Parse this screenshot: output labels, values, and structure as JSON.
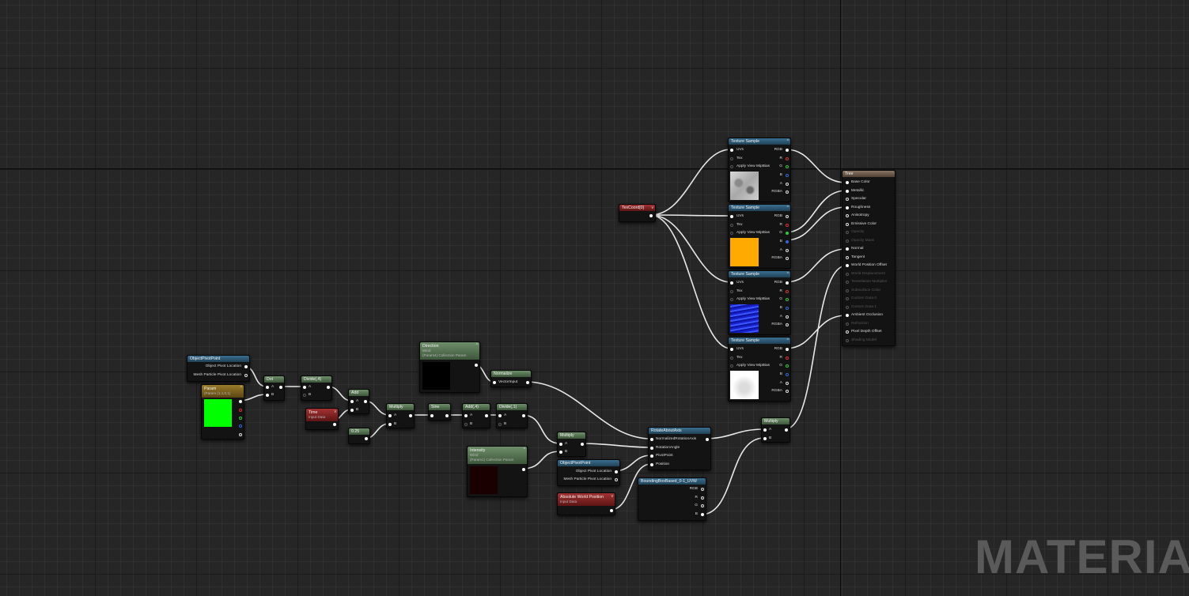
{
  "editor": {
    "watermark": "MATERIAL"
  },
  "nodes": {
    "obj_pivot_1": {
      "title": "ObjectPivotPoint",
      "out1": "Object Pivot Location",
      "out2": "Mesh Particle Pivot Location"
    },
    "param": {
      "title": "Param",
      "subtitle": "(Param (1,1,0,1)"
    },
    "dot": {
      "title": "Dot",
      "a": "A",
      "b": "B"
    },
    "divide1": {
      "title": "Divide(,4)",
      "a": "A",
      "b": "B"
    },
    "add1": {
      "title": "Add",
      "a": "A",
      "b": "B"
    },
    "time": {
      "title": "Time",
      "subtitle": "Input Data"
    },
    "const025": {
      "title": "0.25"
    },
    "multiply1": {
      "title": "Multiply",
      "a": "A",
      "b": "B"
    },
    "sine": {
      "title": "Sine"
    },
    "add2": {
      "title": "Add(,4)",
      "a": "A",
      "b": "B"
    },
    "divide2": {
      "title": "Divide(,1)",
      "a": "A",
      "b": "B"
    },
    "direction": {
      "title": "Direction",
      "subtitle1": "Wind",
      "subtitle2": "(Param4) Collection Param"
    },
    "normalize": {
      "title": "Normalize",
      "in1": "VectorInput"
    },
    "intensity": {
      "title": "Intensity",
      "subtitle1": "Wind",
      "subtitle2": "(Param1) Collection Param"
    },
    "multiply2": {
      "title": "Multiply",
      "a": "A",
      "b": "B"
    },
    "obj_pivot_2": {
      "title": "ObjectPivotPoint",
      "out1": "Object Pivot Location",
      "out2": "Mesh Particle Pivot Location"
    },
    "abs_world": {
      "title": "Absolute World Position",
      "subtitle": "Input Data"
    },
    "bbox": {
      "title": "BoundingBoxBased_0-1_UVW",
      "o1": "RGB",
      "o2": "R",
      "o3": "G",
      "o4": "B"
    },
    "rotate": {
      "title": "RotateAboutAxis",
      "i1": "NormalizedRotationAxis",
      "i2": "RotationAngle",
      "i3": "PivotPoint",
      "i4": "Position"
    },
    "multiply3": {
      "title": "Multiply",
      "a": "A",
      "b": "B"
    },
    "texcoord": {
      "title": "TexCoord[0]"
    },
    "tex1": {
      "title": "Texture Sample",
      "uvs": "UVs",
      "tex": "Tex",
      "mip": "Apply View MipBias",
      "rgb": "RGB",
      "r": "R",
      "g": "G",
      "b": "B",
      "a": "A",
      "rgba": "RGBA"
    },
    "tex2": {
      "title": "Texture Sample",
      "uvs": "UVs",
      "tex": "Tex",
      "mip": "Apply View MipBias",
      "rgb": "RGB",
      "r": "R",
      "g": "G",
      "b": "B",
      "a": "A",
      "rgba": "RGBA"
    },
    "tex3": {
      "title": "Texture Sample",
      "uvs": "UVs",
      "tex": "Tex",
      "mip": "Apply View MipBias",
      "rgb": "RGB",
      "r": "R",
      "g": "G",
      "b": "B",
      "a": "A",
      "rgba": "RGBA"
    },
    "tex4": {
      "title": "Texture Sample",
      "uvs": "UVs",
      "tex": "Tex",
      "mip": "Apply View MipBias",
      "rgb": "RGB",
      "r": "R",
      "g": "G",
      "b": "B",
      "a": "A",
      "rgba": "RGBA"
    },
    "result": {
      "title": "Tree",
      "inputs": [
        "Base Color",
        "Metallic",
        "Specular",
        "Roughness",
        "Anisotropy",
        "Emissive Color",
        "Opacity",
        "Opacity Mask",
        "Normal",
        "Tangent",
        "World Position Offset",
        "World Displacement",
        "Tessellation Multiplier",
        "Subsurface Color",
        "Custom Data 0",
        "Custom Data 1",
        "Ambient Occlusion",
        "Refraction",
        "Pixel Depth Offset",
        "Shading Model"
      ],
      "active": [
        true,
        true,
        true,
        true,
        true,
        true,
        false,
        false,
        true,
        true,
        true,
        false,
        false,
        false,
        false,
        false,
        true,
        false,
        true,
        false
      ]
    }
  },
  "colors": {
    "param_preview": "#00ff00",
    "orange_preview": "#ffaa00",
    "wire": "#e8e8e8",
    "background": "#262626"
  }
}
